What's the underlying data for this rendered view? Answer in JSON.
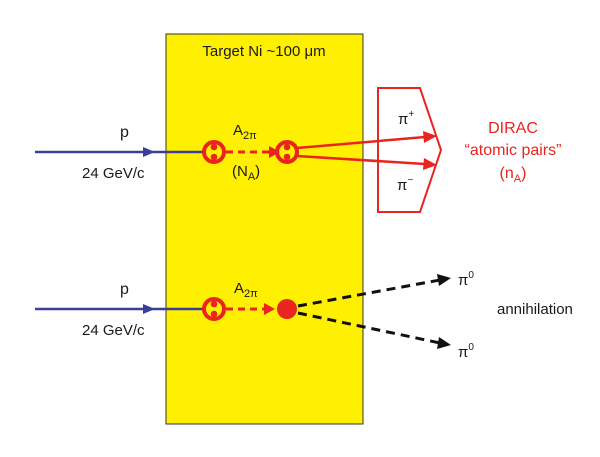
{
  "target": {
    "label": "Target Ni ~100 μm",
    "fill": "#ffef00"
  },
  "top_reaction": {
    "beam_label": "p",
    "beam_energy": "24 GeV/c",
    "atom_label": "A",
    "atom_sub": "2π",
    "na_label": "(N",
    "na_sub": "A",
    "na_close": ")",
    "pi_plus": "π",
    "pi_plus_sup": "+",
    "pi_minus": "π",
    "pi_minus_sup": "−",
    "detector_title": "DIRAC",
    "detector_line2": "“atomic pairs”",
    "detector_n": "(n",
    "detector_n_sub": "A",
    "detector_n_close": ")"
  },
  "bottom_reaction": {
    "beam_label": "p",
    "beam_energy": "24 GeV/c",
    "atom_label": "A",
    "atom_sub": "2π",
    "pi0_upper": "π",
    "pi0_upper_sup": "0",
    "pi0_lower": "π",
    "pi0_lower_sup": "0",
    "outcome_label": "annihilation"
  },
  "colors": {
    "beam": "#3a3f9a",
    "red": "#e8251f",
    "black": "#111111",
    "text": "#1a1a1a"
  }
}
